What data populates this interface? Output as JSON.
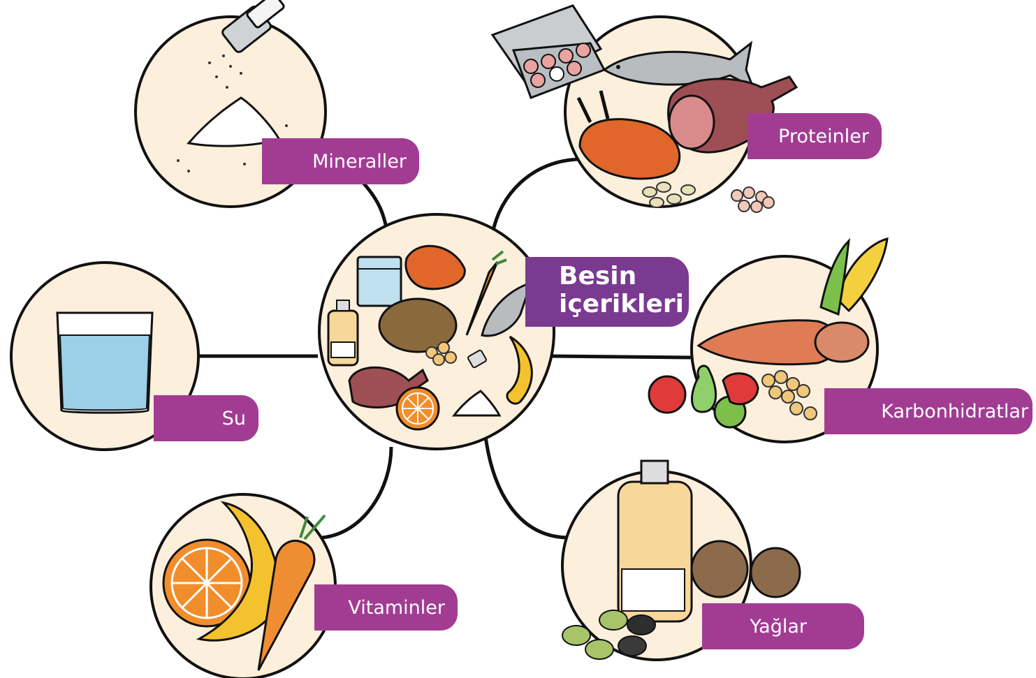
{
  "center": {
    "line1": "Besin",
    "line2": "içerikleri"
  },
  "nodes": {
    "minerals": "Mineraller",
    "proteins": "Proteinler",
    "water": "Su",
    "carbs": "Karbonhidratlar",
    "vitamins": "Vitaminler",
    "fats": "Yağlar"
  },
  "colors": {
    "label": "#a23c93",
    "center_label": "#7a3a90",
    "circle_fill": "#fcefdc",
    "line": "#111111"
  }
}
